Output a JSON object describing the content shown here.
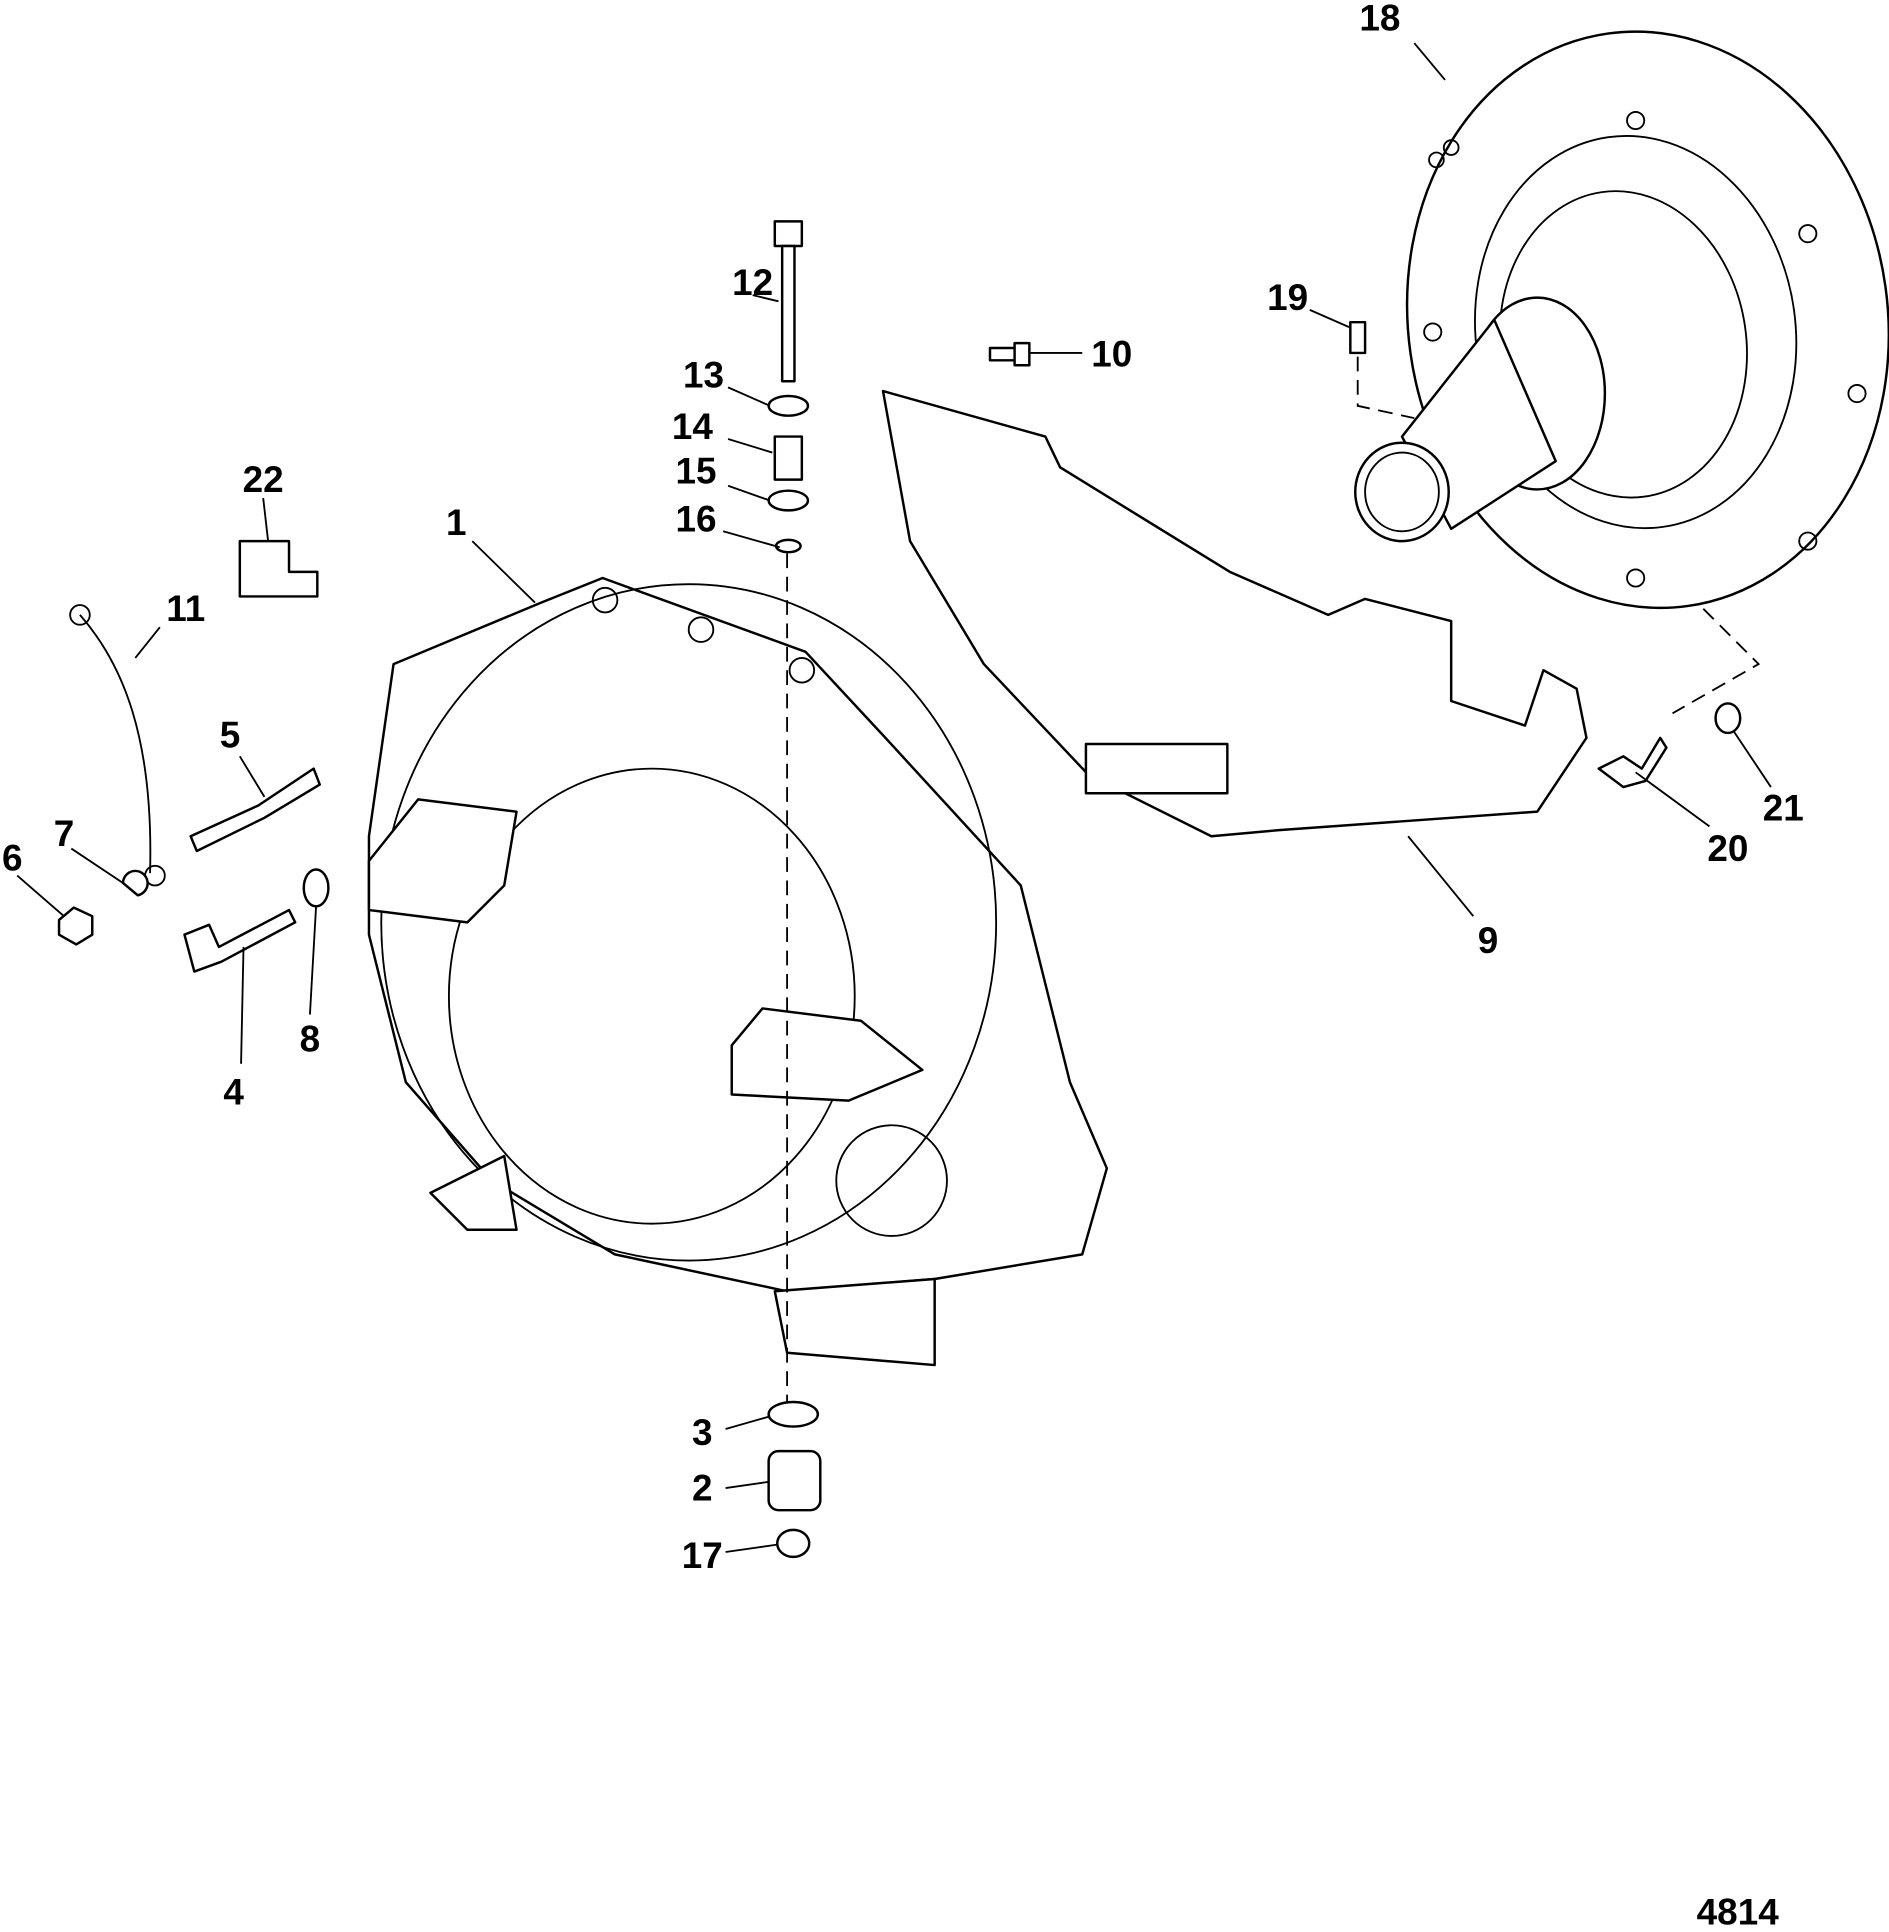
{
  "diagram_id": "4814",
  "callouts": {
    "c1": "1",
    "c2": "2",
    "c3": "3",
    "c4": "4",
    "c5": "5",
    "c6": "6",
    "c7": "7",
    "c8": "8",
    "c9": "9",
    "c10": "10",
    "c11": "11",
    "c12": "12",
    "c13": "13",
    "c14": "14",
    "c15": "15",
    "c16": "16",
    "c17": "17",
    "c18": "18",
    "c19": "19",
    "c20": "20",
    "c21": "21",
    "c22": "22"
  }
}
